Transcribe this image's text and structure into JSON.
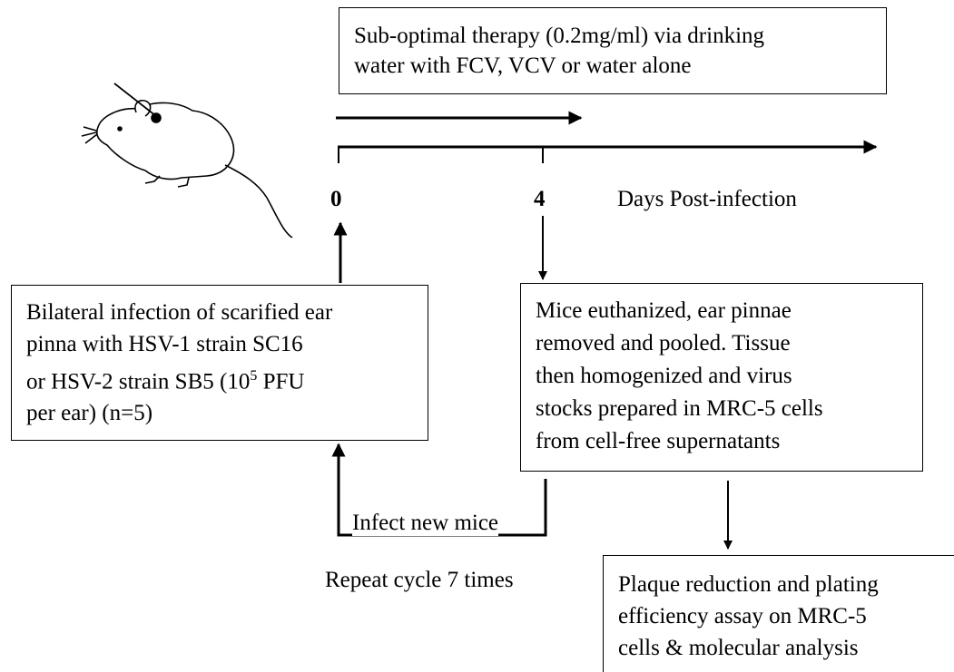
{
  "therapy_box": {
    "lines": [
      "Sub-optimal therapy (0.2mg/ml) via drinking",
      "water with FCV, VCV or water alone"
    ]
  },
  "timeline": {
    "tick_start": "0",
    "tick_mid": "4",
    "axis_label": "Days Post-infection"
  },
  "infection_box": {
    "line1": "Bilateral infection of scarified ear",
    "line2": "pinna with HSV-1 strain SC16",
    "line3_pre": "or HSV-2 strain SB5 (10",
    "line3_sup": "5",
    "line3_post": " PFU",
    "line4": "per ear) (n=5)"
  },
  "euthanize_box": {
    "lines": [
      "Mice euthanized, ear pinnae",
      "removed and  pooled. Tissue",
      "then  homogenized and virus",
      "stocks prepared in MRC-5 cells",
      "from cell-free supernatants"
    ]
  },
  "assay_box": {
    "lines": [
      "Plaque reduction and plating",
      "efficiency assay on MRC-5",
      "cells & molecular analysis"
    ]
  },
  "loop": {
    "infect_label": "Infect new mice",
    "repeat_label": "Repeat cycle 7 times"
  },
  "colors": {
    "stroke": "#000000",
    "mouse_fill": "#ffffff"
  }
}
